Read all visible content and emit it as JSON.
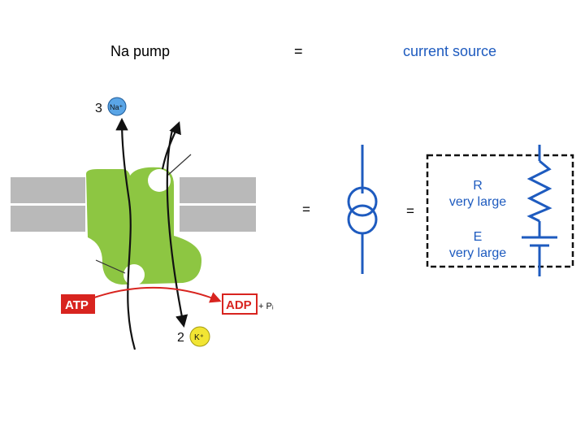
{
  "header": {
    "left": "Na pump",
    "equals": "=",
    "right": "current source"
  },
  "middle": {
    "equals_1": "=",
    "equals_2": "="
  },
  "circuit": {
    "r_label": "R",
    "r_desc": "very large",
    "e_label": "E",
    "e_desc": "very large"
  },
  "pump": {
    "na_count": "3",
    "na_ion": "Na⁺",
    "k_count": "2",
    "k_ion": "K⁺",
    "atp": "ATP",
    "adp": "ADP",
    "pi": "+ Pᵢ"
  },
  "colors": {
    "membrane": "#b9b9b9",
    "protein": "#8dc642",
    "circuit_blue": "#1e5bbf",
    "atp_red": "#d8241f",
    "na_blue": "#5aa5e6",
    "k_yellow": "#f2e533"
  }
}
